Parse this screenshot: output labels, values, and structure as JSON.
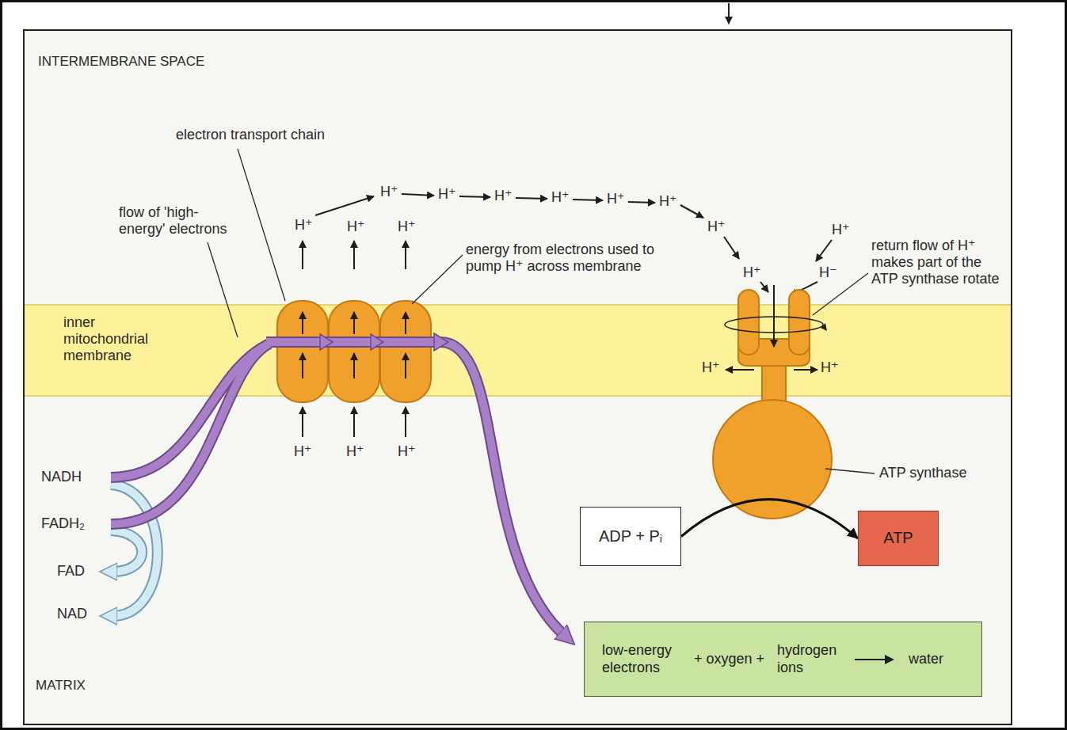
{
  "diagram": {
    "nodes": [
      {
        "text": [
          "inner mitochondrial membrane"
        ]
      },
      {
        "text": [
          "ADP + Pᵢ"
        ]
      },
      {
        "text": [
          "ATP"
        ]
      },
      {
        "text": [
          "low-energy electrons",
          "+ oxygen +",
          "hydrogen ions",
          "water"
        ]
      }
    ],
    "edges": [
      {
        "from": 1,
        "to": 2,
        "arrow": "to"
      }
    ],
    "labels": [
      "INTERMEMBRANE SPACE",
      "electron transport chain",
      "flow of 'high-energy' electrons",
      "energy from electrons used to pump H⁺ across membrane",
      "H⁺",
      "H⁺",
      "H⁺",
      "H⁺",
      "H⁺",
      "H⁺",
      "H⁺",
      "H⁺",
      "H⁺",
      "H⁺",
      "H⁺",
      "H⁺",
      "H⁻",
      "return flow of H⁺ makes part of the ATP synthase rotate",
      "H⁺",
      "H⁺",
      "H⁺",
      "H⁺",
      "H⁺",
      "ATP synthase",
      "NADH",
      "FADH₂",
      "FAD",
      "NAD",
      "MATRIX"
    ]
  }
}
